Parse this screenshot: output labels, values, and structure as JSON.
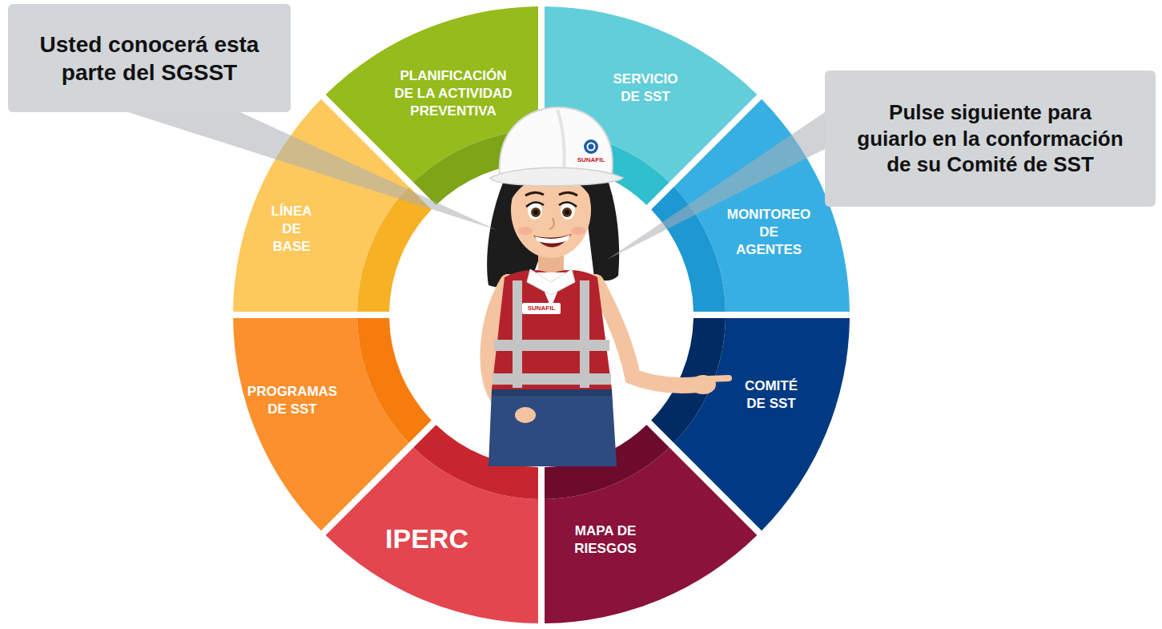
{
  "diagram": {
    "nodes": [
      {
        "text": [
          "Usted conocerá esta parte del SGSST"
        ]
      },
      {
        "text": [
          "Pulse siguiente para guiarlo en la conformación de su Comité de SST"
        ]
      },
      {
        "text": [
          "PLANIFICACIÓN DE LA ACTIVIDAD PREVENTIVA"
        ]
      },
      {
        "text": [
          "SERVICIO DE SST"
        ]
      },
      {
        "text": [
          "MONITOREO DE AGENTES"
        ]
      },
      {
        "text": [
          "COMITÉ DE SST"
        ]
      },
      {
        "text": [
          "MAPA DE RIESGOS"
        ]
      },
      {
        "text": [
          "IPERC"
        ]
      },
      {
        "text": [
          "PROGRAMAS DE SST"
        ]
      },
      {
        "text": [
          "LÍNEA DE BASE"
        ]
      }
    ],
    "labels": [
      "SUNAFIL",
      "SUNAFIL"
    ]
  }
}
